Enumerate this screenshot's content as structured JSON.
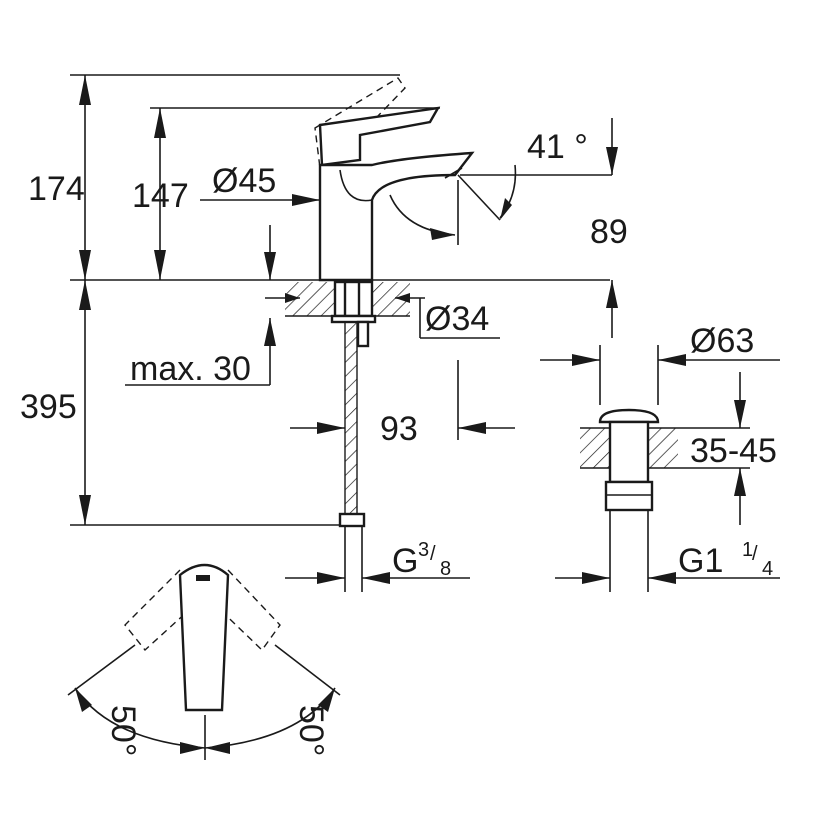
{
  "dimensions": {
    "height_lever_open": "174",
    "height_spout": "147",
    "body_diameter": "Ø45",
    "lever_angle": "41 °",
    "spout_reach": "89",
    "hole_diameter": "Ø34",
    "max_deck": "max. 30",
    "hose_length": "395",
    "hose_offset": "93",
    "drain_diameter": "Ø63",
    "drain_thickness": "35-45",
    "hose_thread": "G",
    "hose_thread_num": "3",
    "hose_thread_den": "8",
    "drain_thread": "G1",
    "drain_thread_num": "1",
    "drain_thread_den": "4",
    "rotation_left": "50°",
    "rotation_right": "50°"
  }
}
